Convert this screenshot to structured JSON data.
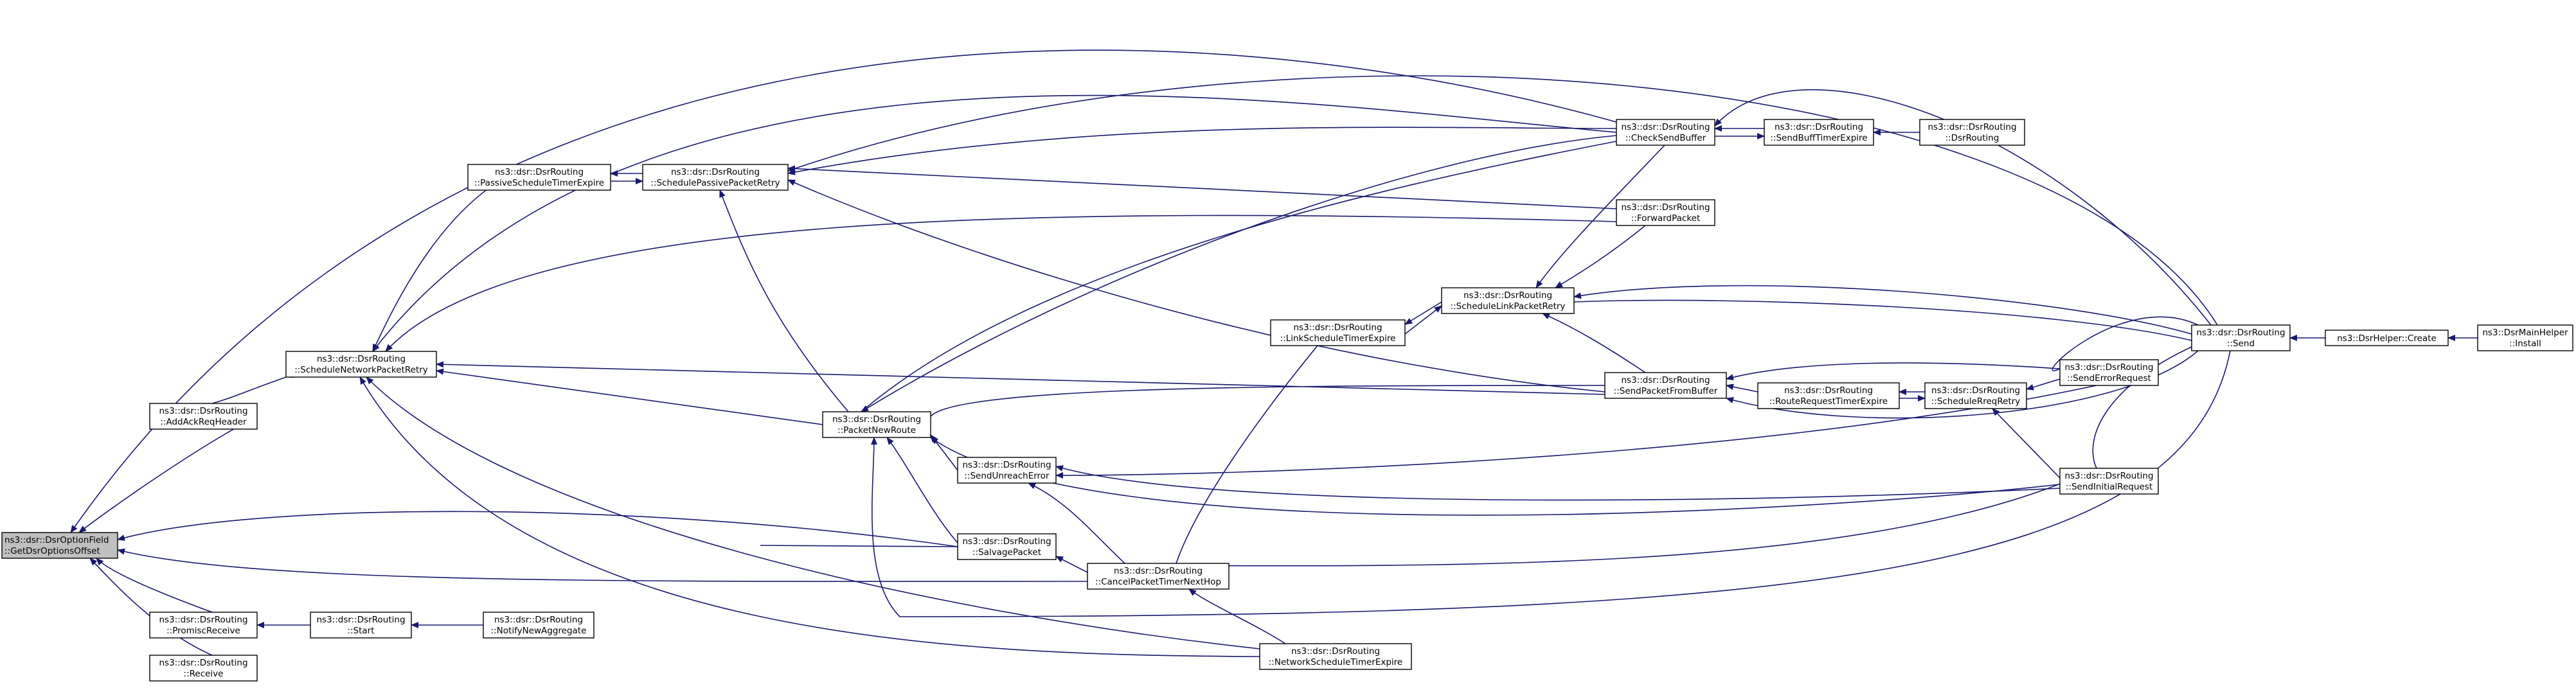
{
  "graph": {
    "colors": {
      "edge": "#191970",
      "node_border": "#000000",
      "root_fill": "#bfbfbf",
      "node_fill": "#ffffff"
    },
    "nodes": [
      {
        "id": "root",
        "name": "node-getdsroptionsoffset",
        "l1": "ns3::dsr::DsrOptionField",
        "l2": "::GetDsrOptionsOffset",
        "root": true,
        "interactable": false
      },
      {
        "id": "ack",
        "name": "node-addackreqheader",
        "l1": "ns3::dsr::DsrRouting",
        "l2": "::AddAckReqHeader"
      },
      {
        "id": "promisc",
        "name": "node-promiscreceive",
        "l1": "ns3::dsr::DsrRouting",
        "l2": "::PromiscReceive"
      },
      {
        "id": "receive",
        "name": "node-receive",
        "l1": "ns3::dsr::DsrRouting",
        "l2": "::Receive"
      },
      {
        "id": "snpr",
        "name": "node-schedulenetworkpacketretry",
        "l1": "ns3::dsr::DsrRouting",
        "l2": "::ScheduleNetworkPacketRetry"
      },
      {
        "id": "start",
        "name": "node-start",
        "l1": "ns3::dsr::DsrRouting",
        "l2": "::Start"
      },
      {
        "id": "notify",
        "name": "node-notifynewaggregate",
        "l1": "ns3::dsr::DsrRouting",
        "l2": "::NotifyNewAggregate"
      },
      {
        "id": "pste",
        "name": "node-passivescheduletimerexpire",
        "l1": "ns3::dsr::DsrRouting",
        "l2": "::PassiveScheduleTimerExpire"
      },
      {
        "id": "sppr",
        "name": "node-schedulepassivepacketretry",
        "l1": "ns3::dsr::DsrRouting",
        "l2": "::SchedulePassivePacketRetry"
      },
      {
        "id": "pnr",
        "name": "node-packetnewroute",
        "l1": "ns3::dsr::DsrRouting",
        "l2": "::PacketNewRoute"
      },
      {
        "id": "sue",
        "name": "node-sendunreacherror",
        "l1": "ns3::dsr::DsrRouting",
        "l2": "::SendUnreachError"
      },
      {
        "id": "salvage",
        "name": "node-salvagepacket",
        "l1": "ns3::dsr::DsrRouting",
        "l2": "::SalvagePacket"
      },
      {
        "id": "cptnh",
        "name": "node-cancelpackettimernexthop",
        "l1": "ns3::dsr::DsrRouting",
        "l2": "::CancelPacketTimerNextHop"
      },
      {
        "id": "lste",
        "name": "node-linkscheduletimerexpire",
        "l1": "ns3::dsr::DsrRouting",
        "l2": "::LinkScheduleTimerExpire"
      },
      {
        "id": "nste",
        "name": "node-networkscheduletimerexpire",
        "l1": "ns3::dsr::DsrRouting",
        "l2": "::NetworkScheduleTimerExpire"
      },
      {
        "id": "slpr",
        "name": "node-schedulelinkpacketretry",
        "l1": "ns3::dsr::DsrRouting",
        "l2": "::ScheduleLinkPacketRetry"
      },
      {
        "id": "csb",
        "name": "node-checksendbuffer",
        "l1": "ns3::dsr::DsrRouting",
        "l2": "::CheckSendBuffer"
      },
      {
        "id": "fwd",
        "name": "node-forwardpacket",
        "l1": "ns3::dsr::DsrRouting",
        "l2": "::ForwardPacket"
      },
      {
        "id": "spfb",
        "name": "node-sendpacketfrombuffer",
        "l1": "ns3::dsr::DsrRouting",
        "l2": "::SendPacketFromBuffer"
      },
      {
        "id": "sbte",
        "name": "node-sendbufftimerexpire",
        "l1": "ns3::dsr::DsrRouting",
        "l2": "::SendBuffTimerExpire"
      },
      {
        "id": "ctor",
        "name": "node-dsrrouting",
        "l1": "ns3::dsr::DsrRouting",
        "l2": "::DsrRouting"
      },
      {
        "id": "rrte",
        "name": "node-routerequesttimerexpire",
        "l1": "ns3::dsr::DsrRouting",
        "l2": "::RouteRequestTimerExpire"
      },
      {
        "id": "srr",
        "name": "node-schedulerreqretry",
        "l1": "ns3::dsr::DsrRouting",
        "l2": "::ScheduleRreqRetry"
      },
      {
        "id": "ser",
        "name": "node-senderrorrequest",
        "l1": "ns3::dsr::DsrRouting",
        "l2": "::SendErrorRequest"
      },
      {
        "id": "sir",
        "name": "node-sendinitialrequest",
        "l1": "ns3::dsr::DsrRouting",
        "l2": "::SendInitialRequest"
      },
      {
        "id": "send",
        "name": "node-send",
        "l1": "ns3::dsr::DsrRouting",
        "l2": "::Send"
      },
      {
        "id": "create",
        "name": "node-dsrhelper-create",
        "l1": "ns3::DsrHelper::Create",
        "l2": ""
      },
      {
        "id": "install",
        "name": "node-dsrmainhelper-install",
        "l1": "ns3::DsrMainHelper",
        "l2": "::Install"
      }
    ]
  }
}
